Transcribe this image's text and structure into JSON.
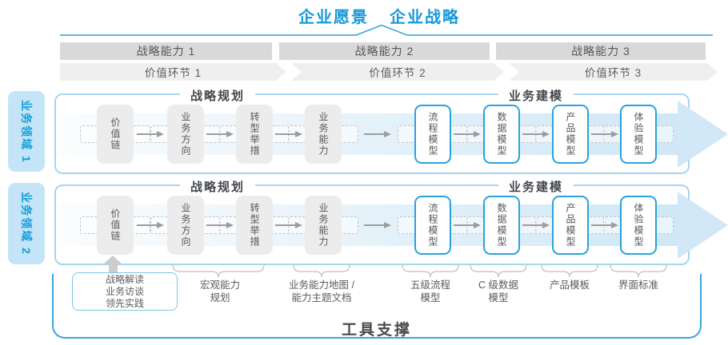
{
  "title": {
    "vision": "企业愿景",
    "strategy": "企业战略"
  },
  "capability_bars": [
    {
      "label": "战略能力 1"
    },
    {
      "label": "战略能力 2"
    },
    {
      "label": "战略能力 3"
    }
  ],
  "value_links": [
    {
      "label": "价值环节 1"
    },
    {
      "label": "价值环节 2"
    },
    {
      "label": "价值环节 3"
    }
  ],
  "domains": [
    {
      "label": "业务领域 1"
    },
    {
      "label": "业务领域 2"
    }
  ],
  "lane": {
    "planning_header": "战略规划",
    "modeling_header": "业务建模",
    "boxes": [
      {
        "label": "价值链"
      },
      {
        "label": "业务方向"
      },
      {
        "label": "转型举措"
      },
      {
        "label": "业务能力"
      },
      {
        "label": "流程模型"
      },
      {
        "label": "数据模型"
      },
      {
        "label": "产品模型"
      },
      {
        "label": "体验模型"
      }
    ]
  },
  "annotations": {
    "inputs_box": "战略解读\n业务访谈\n领先实践",
    "notes": [
      {
        "label": "宏观能力\n规划"
      },
      {
        "label": "业务能力地图 /\n能力主题文档"
      },
      {
        "label": "五级流程\n模型"
      },
      {
        "label": "C 级数据\n模型"
      },
      {
        "label": "产品模板"
      },
      {
        "label": "界面标准"
      }
    ]
  },
  "footer": {
    "tool_support": "工具支撑"
  },
  "colors": {
    "accent_blue": "#1699d8",
    "lane_border": "#a6d5ee",
    "tab_fill": "#c3e5f7",
    "bar_fill": "#d9d9d9",
    "chevron_fill": "#efefef",
    "gray_box_fill": "#ececec",
    "model_box_border": "#29a3dc",
    "band_fill": "#cfe7f6",
    "container_border": "#39a6dc"
  }
}
